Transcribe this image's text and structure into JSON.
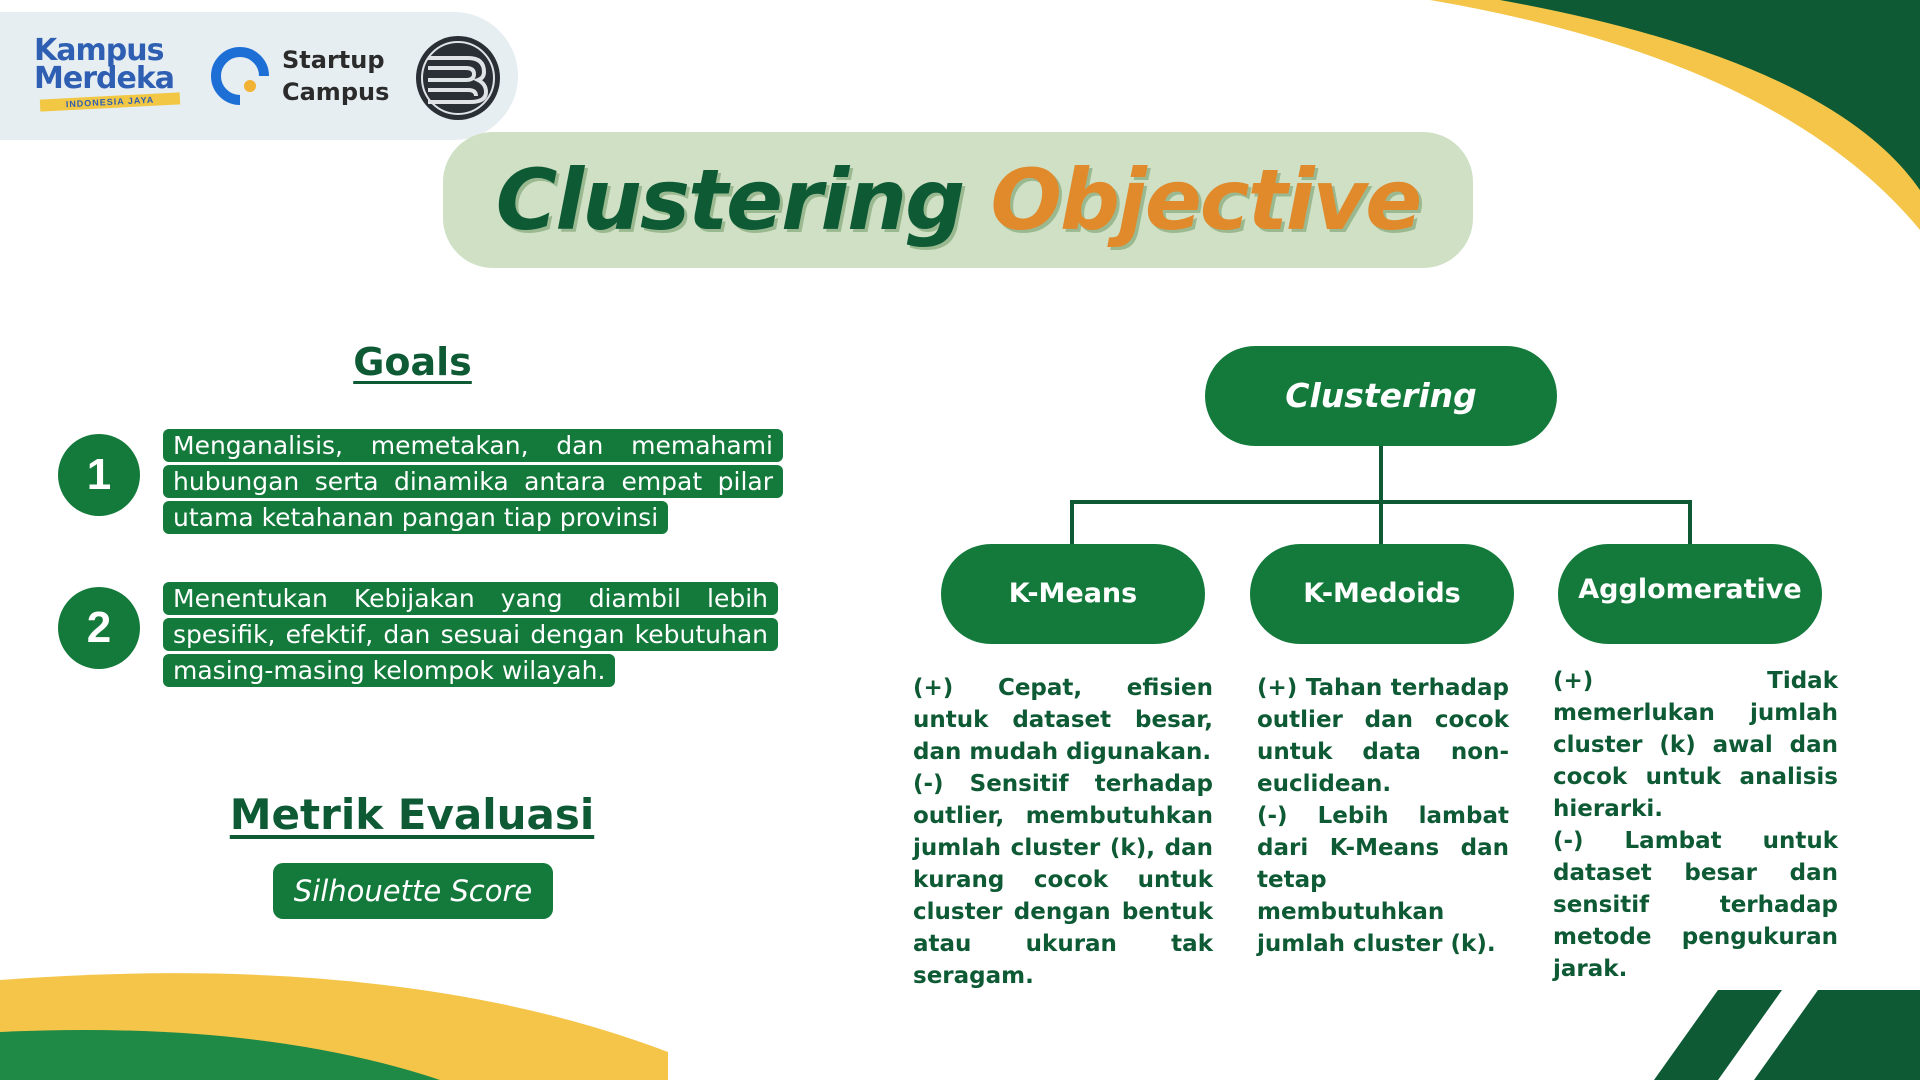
{
  "logos": {
    "kampus_merdeka_line1": "Kampus",
    "kampus_merdeka_line2": "Merdeka",
    "kampus_merdeka_sub": "INDONESIA JAYA",
    "startup_line1": "Startup",
    "startup_line2": "Campus"
  },
  "title": {
    "part1": "Clustering",
    "part2": "Objective"
  },
  "goals": {
    "heading": "Goals",
    "items": [
      {
        "number": "1",
        "text": "Menganalisis, memetakan, dan memahami hubungan serta dinamika antara empat pilar utama ketahanan pangan tiap provinsi"
      },
      {
        "number": "2",
        "text": "Menentukan Kebijakan yang diambil lebih spesifik, efektif, dan sesuai dengan kebutuhan masing-masing kelompok wilayah."
      }
    ]
  },
  "metrics": {
    "heading": "Metrik Evaluasi",
    "value": "Silhouette Score"
  },
  "diagram": {
    "root": "Clustering",
    "children": [
      {
        "label": "K-Means",
        "pros": "(+) Cepat, efisien untuk dataset besar, dan mudah digunakan.",
        "cons": "(-) Sensitif terhadap outlier, membutuhkan jumlah cluster (k), dan kurang cocok untuk cluster dengan bentuk atau ukuran tak seragam."
      },
      {
        "label": "K-Medoids",
        "pros": "(+) Tahan terhadap outlier dan cocok untuk data non-euclidean.",
        "cons": "(-) Lebih lambat dari K-Means dan tetap membutuhkan jumlah cluster (k)."
      },
      {
        "label": "Agglomerative",
        "pros": "(+) Tidak memerlukan jumlah cluster (k) awal dan cocok untuk analisis hierarki.",
        "cons": "(-) Lambat untuk dataset besar dan sensitif terhadap metode pengukuran jarak."
      }
    ]
  },
  "colors": {
    "dark_green": "#0d5a35",
    "green": "#137a3b",
    "orange": "#e08a2c",
    "yellow": "#f5c54a",
    "pill_bg": "#cfe0c4"
  }
}
